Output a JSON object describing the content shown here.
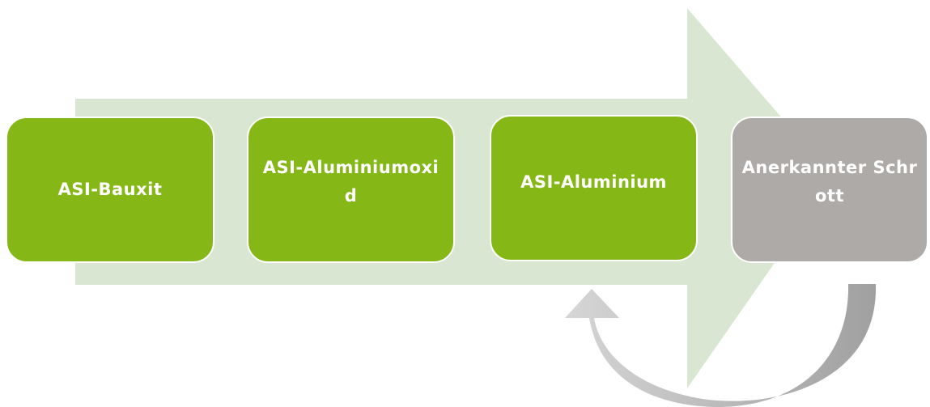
{
  "colors": {
    "arrow_fill": "#d9e6d1",
    "box_green": "#85b817",
    "box_gray": "#aeaaa7",
    "box_border": "#ffffff",
    "box_text": "#ffffff",
    "cycle_arrow_light": "#d3d3d3",
    "cycle_arrow_dark": "#a6a6a6"
  },
  "steps": [
    {
      "label": "ASI-Bauxit",
      "color": "#85b817"
    },
    {
      "label": "ASI-Aluminiumoxid",
      "color": "#85b817"
    },
    {
      "label": "ASI-Aluminium",
      "color": "#85b817"
    },
    {
      "label": "Anerkannter Schrott",
      "color": "#aeaaa7"
    }
  ]
}
